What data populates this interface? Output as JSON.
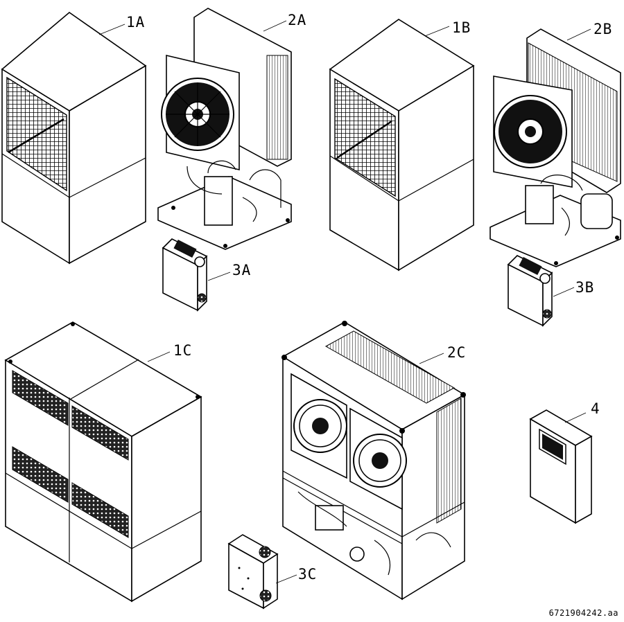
{
  "labels": {
    "l1a": "1A",
    "l2a": "2A",
    "l3a": "3A",
    "l1b": "1B",
    "l2b": "2B",
    "l3b": "3B",
    "l1c": "1C",
    "l2c": "2C",
    "l3c": "3C",
    "l4": "4"
  },
  "doc_id": "6721904242.aa",
  "colors": {
    "line": "#000000",
    "background": "#ffffff"
  }
}
